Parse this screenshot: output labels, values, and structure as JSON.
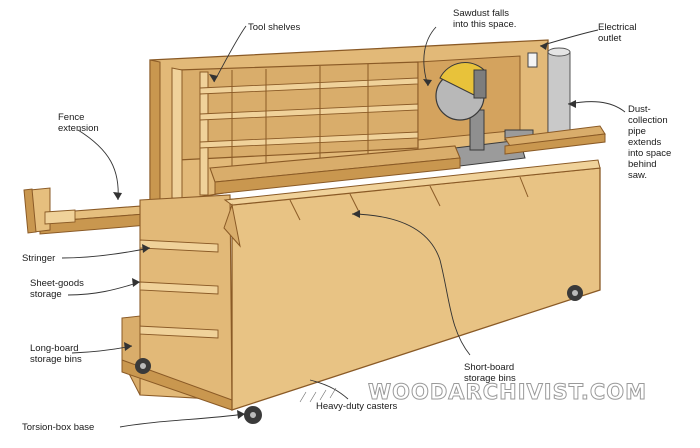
{
  "labels": {
    "tool_shelves": "Tool shelves",
    "sawdust": "Sawdust falls\ninto this space.",
    "electrical_outlet": "Electrical\noutlet",
    "fence_extension": "Fence\nextension",
    "dust_collection": "Dust-\ncollection\npipe\nextends\ninto space\nbehind\nsaw.",
    "stringer": "Stringer",
    "sheet_goods": "Sheet-goods\nstorage",
    "long_board": "Long-board\nstorage bins",
    "short_board": "Short-board\nstorage bins",
    "heavy_duty": "Heavy-duty casters",
    "torsion_box": "Torsion-box base"
  },
  "watermark": "WOODARCHIVIST.COM",
  "colors": {
    "plywood": "#e6bf7e",
    "plywood_light": "#f0d29a",
    "plywood_dark": "#c9974f",
    "edge": "#8a5a26",
    "caster": "#3a3a3a",
    "saw_blade": "#b8b8b8",
    "saw_guard": "#e8c23a",
    "saw_body": "#8f8f8f"
  }
}
